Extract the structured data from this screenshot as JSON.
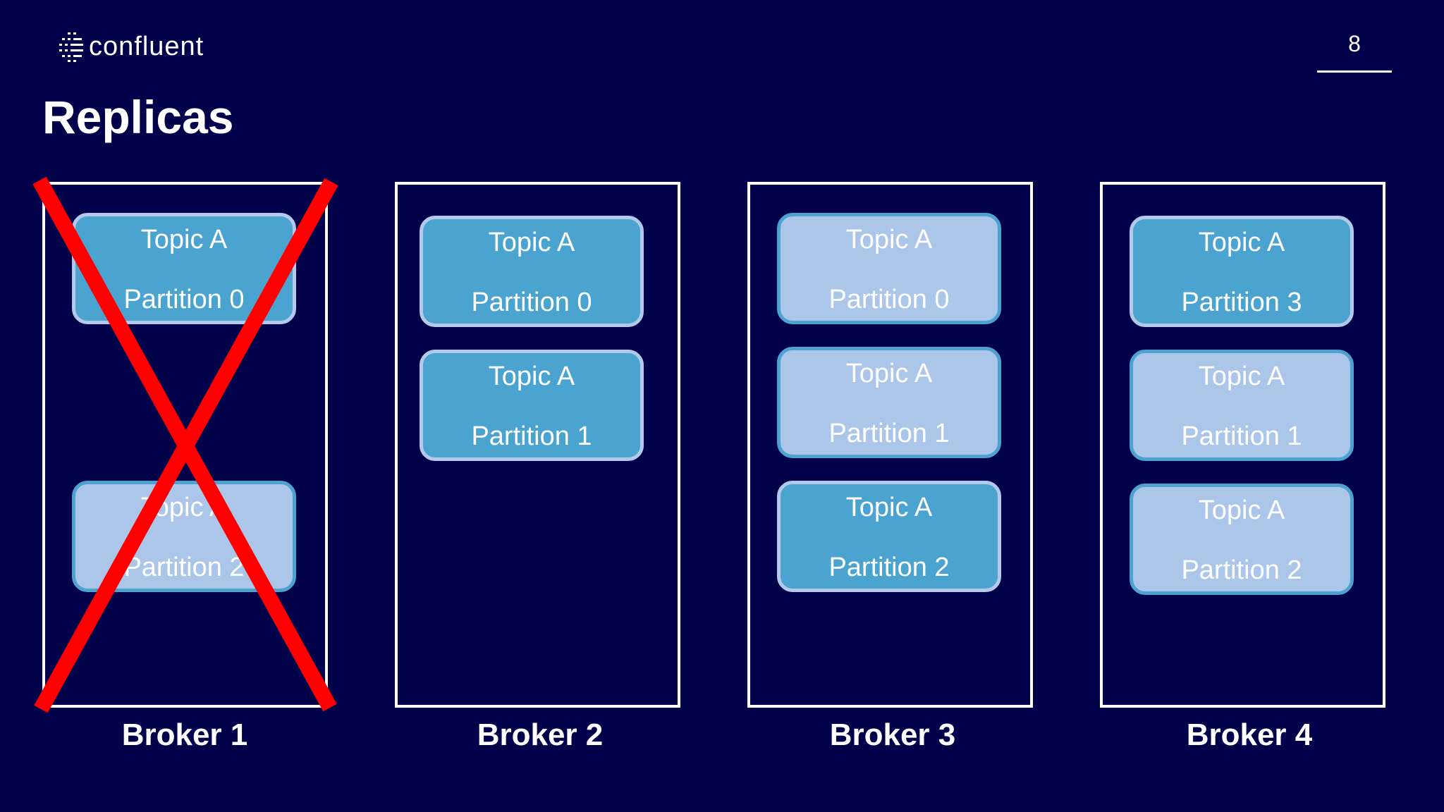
{
  "header": {
    "logo_text": "confluent",
    "page_number": "8",
    "title": "Replicas"
  },
  "brokers": [
    {
      "label": "Broker 1",
      "failed": true,
      "partitions": [
        {
          "topic": "Topic A",
          "partition": "Partition 0",
          "role": "leader"
        },
        {
          "topic": "Topic A",
          "partition": "Partition 2",
          "role": "follower"
        }
      ]
    },
    {
      "label": "Broker 2",
      "failed": false,
      "partitions": [
        {
          "topic": "Topic A",
          "partition": "Partition 0",
          "role": "leader"
        },
        {
          "topic": "Topic A",
          "partition": "Partition 1",
          "role": "leader"
        }
      ]
    },
    {
      "label": "Broker 3",
      "failed": false,
      "partitions": [
        {
          "topic": "Topic A",
          "partition": "Partition 0",
          "role": "follower"
        },
        {
          "topic": "Topic A",
          "partition": "Partition 1",
          "role": "follower"
        },
        {
          "topic": "Topic A",
          "partition": "Partition 2",
          "role": "leader"
        }
      ]
    },
    {
      "label": "Broker 4",
      "failed": false,
      "partitions": [
        {
          "topic": "Topic A",
          "partition": "Partition 3",
          "role": "leader"
        },
        {
          "topic": "Topic A",
          "partition": "Partition 1",
          "role": "follower"
        },
        {
          "topic": "Topic A",
          "partition": "Partition 2",
          "role": "follower"
        }
      ]
    }
  ],
  "colors": {
    "background": "#02024a",
    "leader_fill": "#4ba4cf",
    "follower_fill": "#abc6e8",
    "failure_mark": "#ff0000"
  }
}
